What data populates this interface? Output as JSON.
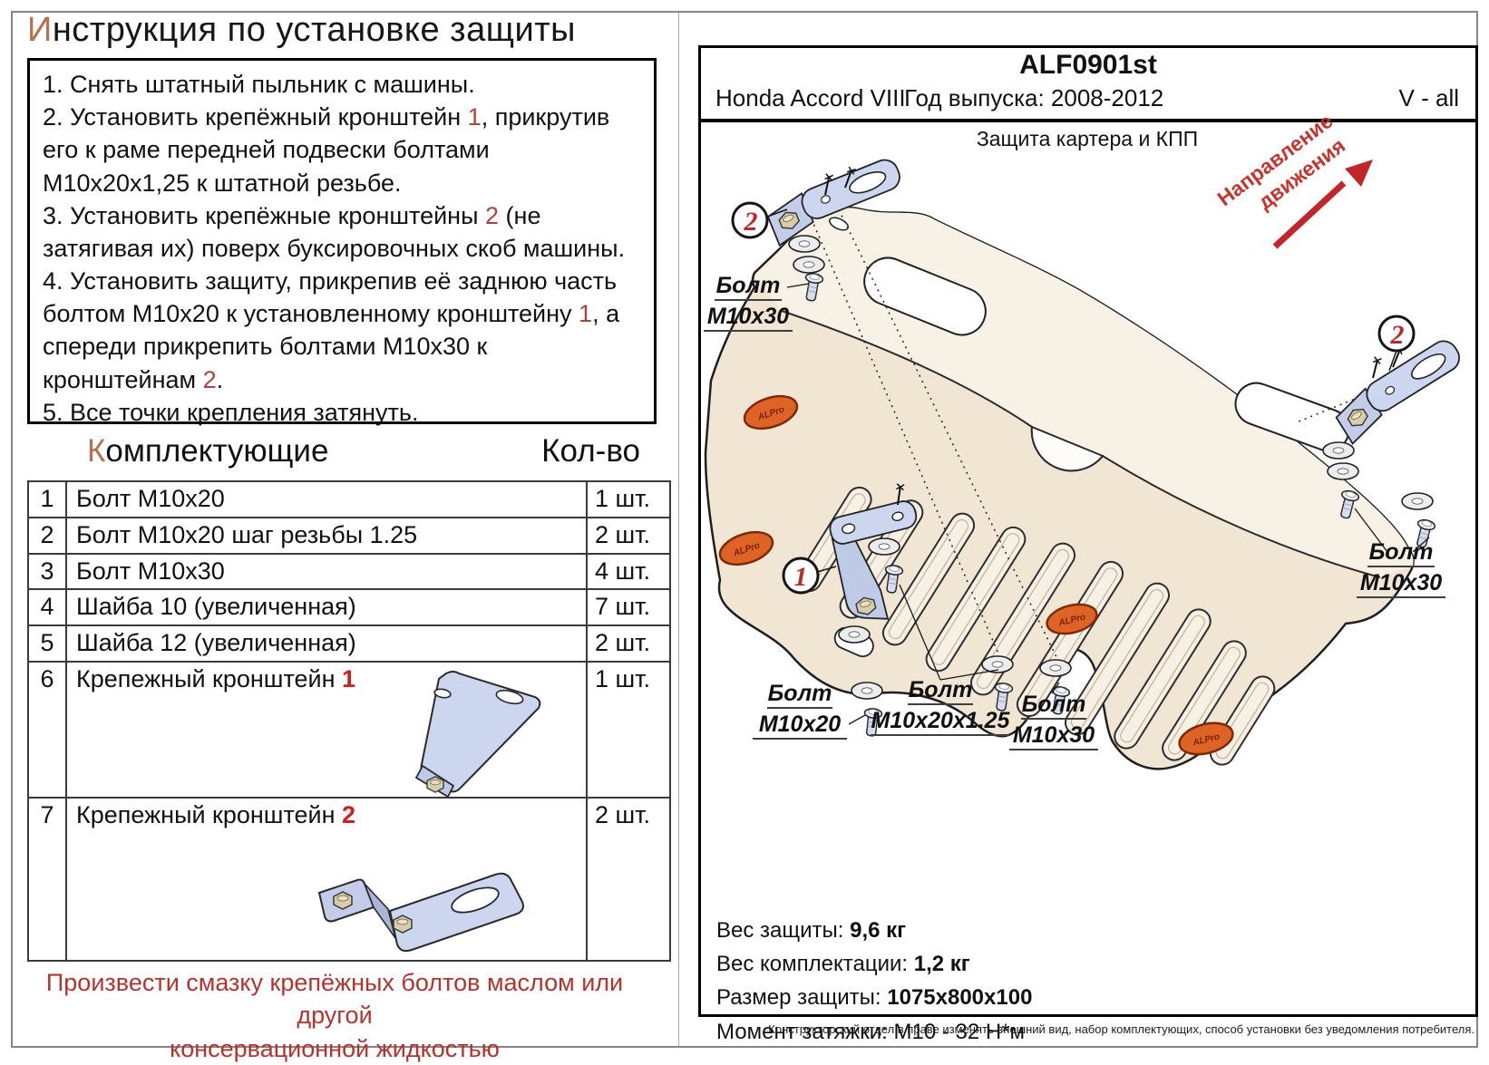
{
  "title": {
    "lead": "И",
    "rest": "нструкция по установке защиты"
  },
  "instructions": {
    "steps": [
      {
        "pre": "1. Снять штатный пыльник с машины."
      },
      {
        "pre": "2. Установить крепёжный кронштейн ",
        "ref": "1",
        "post": ", прикрутив его к раме передней подвески болтами М10х20х1,25 к штатной резьбе."
      },
      {
        "pre": "3. Установить крепёжные кронштейны ",
        "ref": "2",
        "post": " (не затягивая их) поверх буксировочных скоб машины."
      },
      {
        "pre": "4. Установить защиту, прикрепив её заднюю часть болтом М10х20 к установленному кронштейну ",
        "ref": "1",
        "post": ", а спереди прикрепить болтами М10х30 к кронштейнам ",
        "ref2": "2",
        "post2": "."
      },
      {
        "pre": "5. Все точки крепления затянуть."
      }
    ]
  },
  "parts": {
    "header": {
      "lead": "К",
      "rest": "омплектующие",
      "qty": "Кол-во"
    },
    "rows": [
      {
        "num": "1",
        "name": "Болт М10х20",
        "qty": "1 шт."
      },
      {
        "num": "2",
        "name": "Болт М10х20 шаг резьбы 1.25",
        "qty": "2 шт."
      },
      {
        "num": "3",
        "name": "Болт М10х30",
        "qty": "4 шт."
      },
      {
        "num": "4",
        "name": "Шайба 10 (увеличенная)",
        "qty": "7 шт."
      },
      {
        "num": "5",
        "name": "Шайба 12 (увеличенная)",
        "qty": "2 шт."
      },
      {
        "num": "6",
        "name": "Крепежный кронштейн ",
        "ref": "1",
        "qty": "1 шт."
      },
      {
        "num": "7",
        "name": "Крепежный кронштейн ",
        "ref": "2",
        "qty": "2 шт."
      }
    ]
  },
  "note": {
    "line1": "Произвести смазку крепёжных болтов маслом или другой",
    "line2": "консервационной жидкостью"
  },
  "panel": {
    "code": "ALF0901st",
    "model": "Honda Accord VIII",
    "year": "Год выпуска: 2008-2012",
    "engine": "V - all",
    "subtitle": "Защита картера и КПП",
    "direction": [
      "Направление",
      "движения"
    ],
    "logo": "ALPro",
    "callout_1": "1",
    "callout_2": "2",
    "labels": {
      "bolt": "Болт",
      "m10x30": "М10х30",
      "m10x20": "М10х20",
      "m10x20_125": "М10х20х1.25"
    },
    "specs": [
      {
        "label": "Вес защиты:",
        "value": "9,6 кг"
      },
      {
        "label": "Вес комплектации:",
        "value": "1,2 кг"
      },
      {
        "label": "Размер защиты:",
        "value": "1075x800x100"
      },
      {
        "label": "Момент затяжки:",
        "value": "М10 - 32 Н*м"
      }
    ],
    "footer": "Конструкторский отдел в праве изменять внешний вид, набор комплектующих, способ установки без уведомления потребителя."
  },
  "colors": {
    "accent_red": "#c0272b",
    "ref_red": "#b0423a",
    "lead_brown": "#b4714e",
    "plate_beige": "#f1e5d4",
    "bracket_blue": "#cdd6ef",
    "logo_orange": "#dd6327"
  }
}
